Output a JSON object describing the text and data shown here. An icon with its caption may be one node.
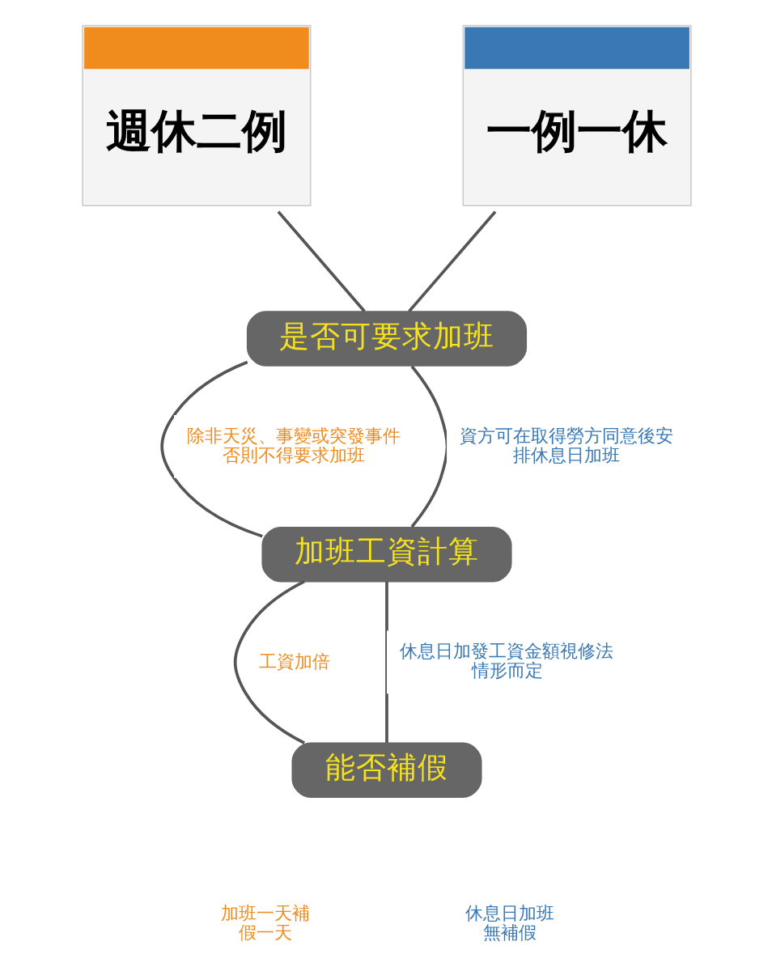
{
  "diagram": {
    "nodes": [
      {
        "text": [
          "週休二例"
        ]
      },
      {
        "text": [
          "一例一休"
        ]
      },
      {
        "text": [
          "是否可要求加班"
        ]
      },
      {
        "text": [
          "加班工資計算"
        ]
      },
      {
        "text": [
          "能否補假"
        ]
      }
    ],
    "edges": [
      {
        "from": 0,
        "to": 2,
        "arrow": "none"
      },
      {
        "from": 1,
        "to": 2,
        "arrow": "none"
      },
      {
        "from": 2,
        "to": 3,
        "arrow": "none",
        "label": "除非天災、事變或突發事件否則不得要求加班"
      },
      {
        "from": 2,
        "to": 3,
        "arrow": "none",
        "label": "資方可在取得勞方同意後安排休息日加班"
      },
      {
        "from": 3,
        "to": 4,
        "arrow": "none",
        "label": "工資加倍"
      },
      {
        "from": 3,
        "to": 4,
        "arrow": "none",
        "label": "休息日加發工資金額視修法情形而定"
      }
    ],
    "labels": [
      "加班一天補假一天",
      "休息日加班無補假"
    ]
  }
}
